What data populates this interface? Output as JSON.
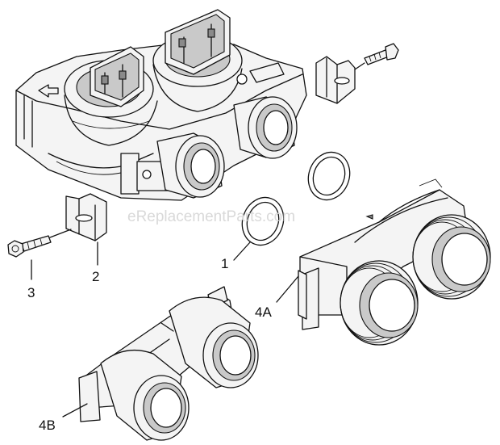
{
  "callouts": {
    "c1": "1",
    "c2": "2",
    "c3": "3",
    "c4a": "4A",
    "c4b": "4B"
  },
  "watermark": "eReplacementParts.com"
}
